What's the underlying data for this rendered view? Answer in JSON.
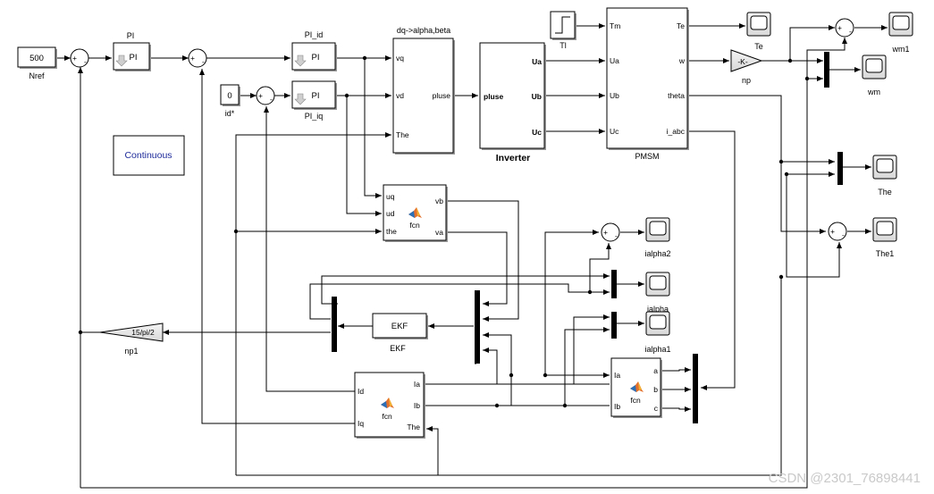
{
  "blocks": {
    "nref_value": "500",
    "nref_name": "Nref",
    "pi_main_name": "PI",
    "pi_main_text": "PI",
    "pi_id_name": "PI_id",
    "pi_id_text": "PI",
    "id_value": "0",
    "id_name": "id*",
    "pi_iq_name": "PI_iq",
    "pi_iq_text": "PI",
    "continuous": "Continuous",
    "dq_name": "dq->alpha,beta",
    "dq_port_vq": "vq",
    "dq_port_vd": "vd",
    "dq_port_the": "The",
    "dq_port_pluse": "pluse",
    "inverter_name": "Inverter",
    "inv_port_pluse": "pluse",
    "inv_port_ua": "Ua",
    "inv_port_ub": "Ub",
    "inv_port_uc": "Uc",
    "step_name": "Tl",
    "pmsm_name": "PMSM",
    "pmsm_in_tm": "Tm",
    "pmsm_in_ua": "Ua",
    "pmsm_in_ub": "Ub",
    "pmsm_in_uc": "Uc",
    "pmsm_out_te": "Te",
    "pmsm_out_w": "w",
    "pmsm_out_theta": "theta",
    "pmsm_out_iabc": "i_abc",
    "scope_te": "Te",
    "gain_text": "-K-",
    "gain_name": "np",
    "scope_wm1": "wm1",
    "scope_wm": "wm",
    "scope_the": "The",
    "scope_the1": "The1",
    "fcn1_in_uq": "uq",
    "fcn1_in_ud": "ud",
    "fcn1_in_the": "the",
    "fcn1_out_vb": "vb",
    "fcn1_out_va": "va",
    "fcn_label": "fcn",
    "scope_ialpha2": "ialpha2",
    "scope_ialpha": "ialpha",
    "scope_ialpha1": "ialpha1",
    "ekf_text": "EKF",
    "ekf_name": "EKF",
    "gain2_text": "15/pi/2",
    "gain2_name": "np1",
    "fcn2_in_id": "Id",
    "fcn2_in_iq": "Iq",
    "fcn2_out_ia": "Ia",
    "fcn2_out_ib": "Ib",
    "fcn2_out_the": "The",
    "fcn3_in_ia": "Ia",
    "fcn3_in_ib": "Ib",
    "fcn3_out_a": "a",
    "fcn3_out_b": "b",
    "fcn3_out_c": "c",
    "sum_plus": "+",
    "sum_minus": "-"
  },
  "watermark": "CSDN @2301_76898441",
  "icons": [
    "matlab-logo-icon",
    "step-icon",
    "scope-icon",
    "pi-arrow-icon"
  ]
}
